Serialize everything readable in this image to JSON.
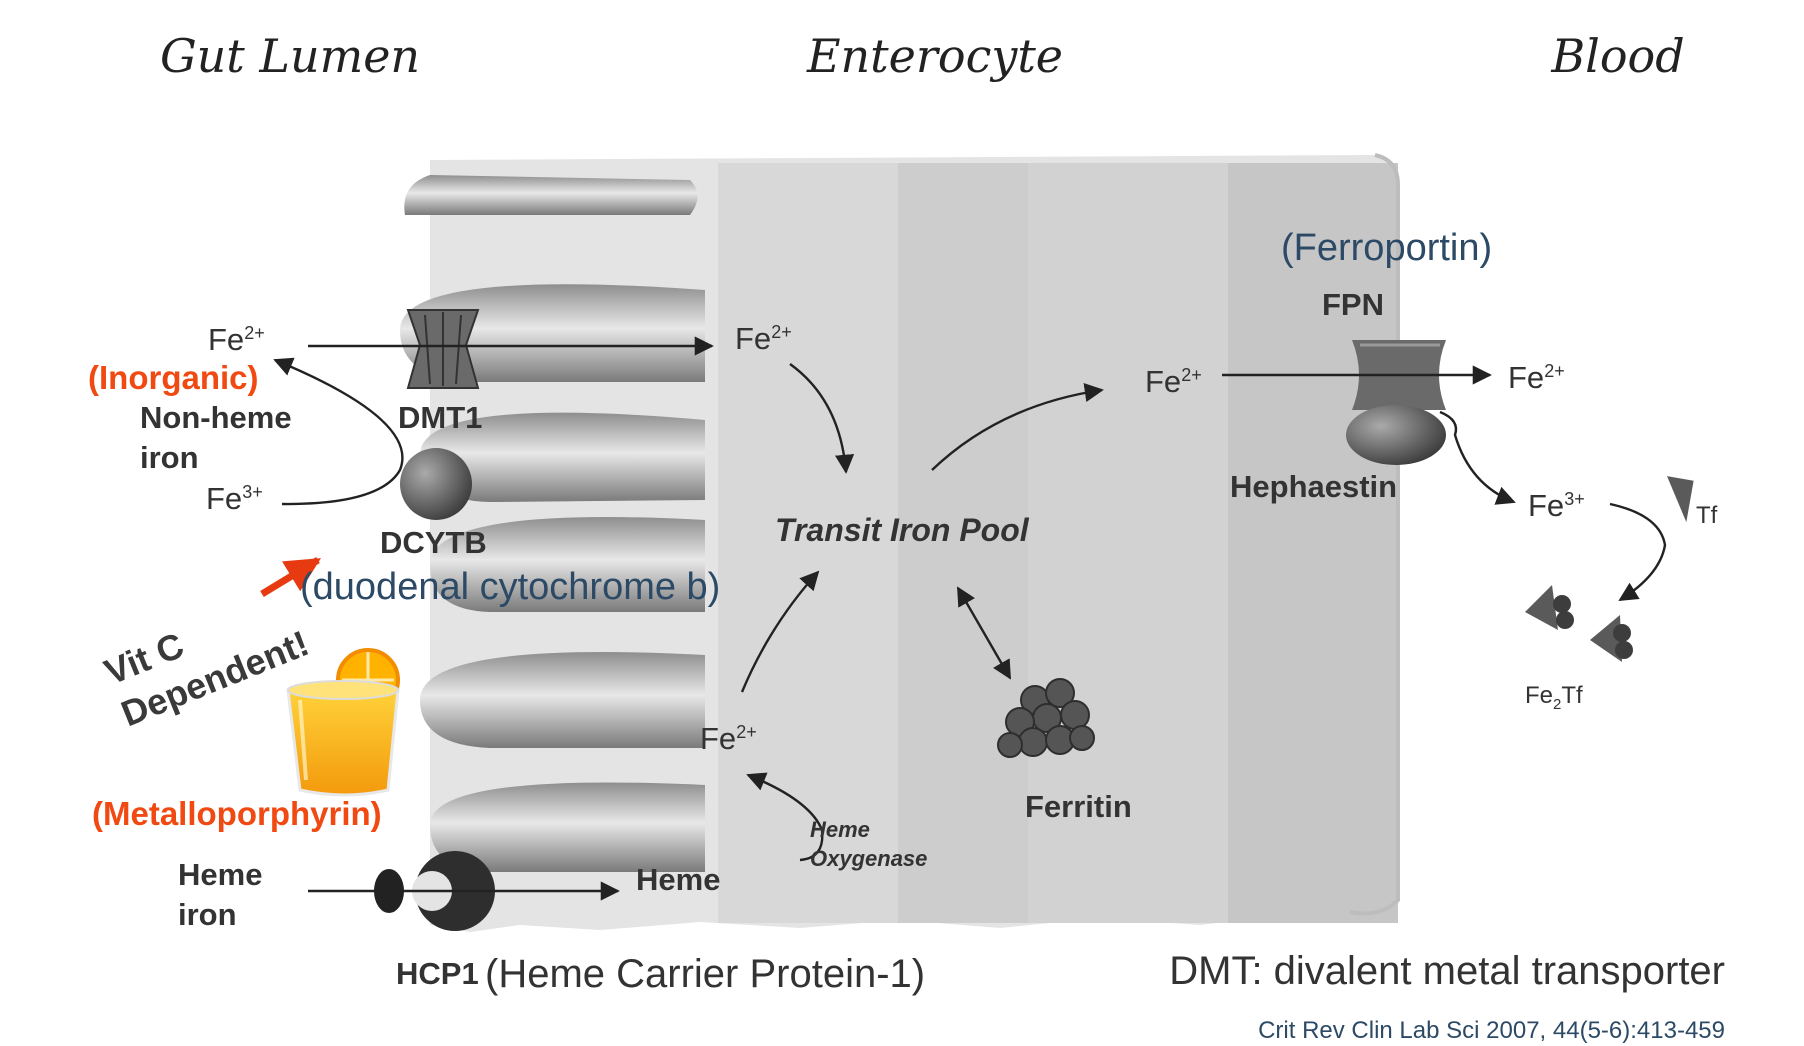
{
  "headers": {
    "gut_lumen": "Gut Lumen",
    "enterocyte": "Enterocyte",
    "blood": "Blood"
  },
  "ions": {
    "fe2": "Fe",
    "fe3": "Fe",
    "sup2": "2+",
    "sup3": "3+"
  },
  "labels": {
    "inorganic": "(Inorganic)",
    "non_heme_line1": "Non-heme",
    "non_heme_line2": "iron",
    "dmt1": "DMT1",
    "dcytb": "DCYTB",
    "dcytb_full": "(duodenal cytochrome b)",
    "vit_c_line1": "Vit C",
    "vit_c_line2": "Dependent!",
    "metalloporphyrin": "(Metalloporphyrin)",
    "heme_iron_line1": "Heme",
    "heme_iron_line2": "iron",
    "hcp1": "HCP1",
    "hcp1_full": "(Heme Carrier Protein-1)",
    "heme": "Heme",
    "heme_oxygenase_line1": "Heme",
    "heme_oxygenase_line2": "Oxygenase",
    "transit_iron_pool": "Transit Iron Pool",
    "ferritin": "Ferritin",
    "ferroportin": "(Ferroportin)",
    "fpn": "FPN",
    "hephaestin": "Hephaestin",
    "tf": "Tf",
    "fe2tf_main": "Fe",
    "fe2tf_sub": "2",
    "fe2tf_tail": "Tf",
    "dmt_definition": "DMT: divalent metal transporter",
    "citation": "Crit Rev Clin Lab Sci 2007, 44(5-6):413-459"
  },
  "colors": {
    "accent_orange": "#f04a12",
    "label_blue": "#2c4a66",
    "cell_fill": "#e2e2e2"
  }
}
